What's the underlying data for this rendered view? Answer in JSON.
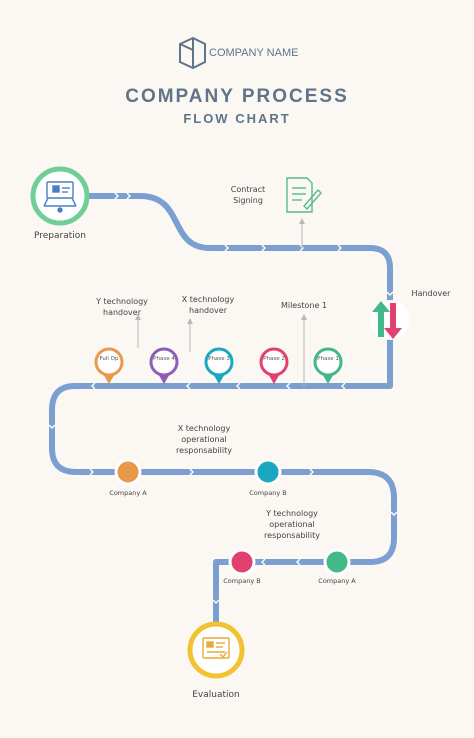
{
  "brand": {
    "company_name": "COMPANY NAME",
    "logo_icon": "cube-logo-icon"
  },
  "header": {
    "title": "COMPANY PROCESS",
    "subtitle": "FLOW CHART"
  },
  "colors": {
    "path": "#7b9fd0",
    "title": "#5f7489",
    "green": "#6fcf97",
    "orange": "#e8994a",
    "purple": "#8c5eb5",
    "teal": "#1aa7c1",
    "pink": "#e2416f",
    "mint": "#43b889",
    "yellow": "#f1c232"
  },
  "nodes": {
    "preparation": {
      "label": "Preparation",
      "icon": "workstation-icon"
    },
    "contract_signing": {
      "label": "Contract Signing",
      "icon": "contract-document-icon"
    },
    "handover": {
      "label": "Handover",
      "icon": "exchange-arrows-icon"
    },
    "evaluation": {
      "label": "Evaluation",
      "icon": "evaluation-board-icon"
    }
  },
  "phases": [
    {
      "label": "Full Op"
    },
    {
      "label": "Phase 4"
    },
    {
      "label": "Phase 3"
    },
    {
      "label": "Phase 2"
    },
    {
      "label": "Phase 1"
    }
  ],
  "annotations": {
    "y_tech_handover": "Y technology handover",
    "x_tech_handover": "X technology handover",
    "milestone_1": "Milestone 1",
    "x_tech_op": "X technology operational responsability",
    "y_tech_op": "Y technology operational responsability"
  },
  "companies": {
    "row1_left": "Company A",
    "row1_right": "Company B",
    "row2_left": "Company B",
    "row2_right": "Company A"
  }
}
